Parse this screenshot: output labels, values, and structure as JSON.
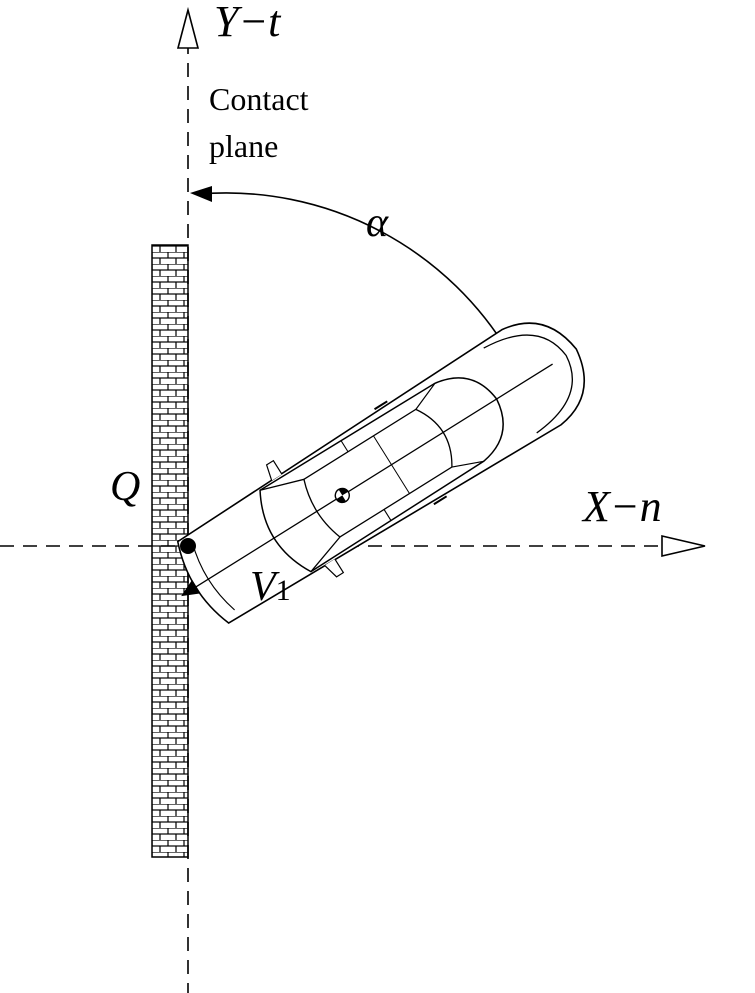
{
  "axes": {
    "y_label": "Y−t",
    "x_label": "X−n"
  },
  "annotations": {
    "contact_line1": "Contact",
    "contact_line2": "plane",
    "angle": "α",
    "point": "Q",
    "velocity": "V",
    "velocity_sub": "1"
  }
}
